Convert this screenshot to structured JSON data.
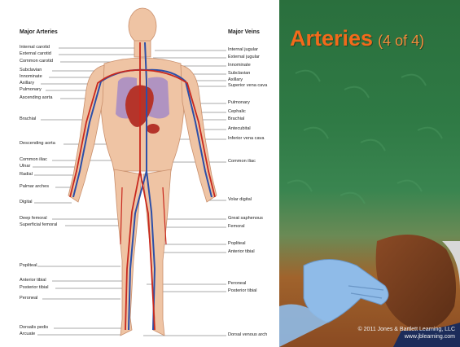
{
  "left": {
    "arteries_header": "Major Arteries",
    "veins_header": "Major Veins",
    "arteries": [
      "Internal carotid",
      "External carotid",
      "Common carotid",
      "Subclavian",
      "Innominate",
      "Axillary",
      "Pulmonary",
      "Ascending aorta",
      "Brachial",
      "Descending aorta",
      "Common iliac",
      "Ulnar",
      "Radial",
      "Palmar arches",
      "Digital",
      "Deep femoral",
      "Superficial femoral",
      "Popliteal",
      "Anterior tibial",
      "Posterior tibial",
      "Peroneal",
      "Dorsalis pedis",
      "Arcuate"
    ],
    "veins": [
      "Internal jugular",
      "External jugular",
      "Innominate",
      "Subclavian",
      "Axillary",
      "Superior vena cava",
      "Pulmonary",
      "Cephalic",
      "Brachial",
      "Antecubital",
      "Inferior vena cava",
      "Common iliac",
      "Volar digital",
      "Great saphenous",
      "Femoral",
      "Popliteal",
      "Anterior tibial",
      "Peroneal",
      "Posterior tibial",
      "Dorsal venous arch"
    ]
  },
  "right": {
    "title": "Arteries",
    "subtitle": "(4 of 4)",
    "copyright_line1": "© 2011 Jones & Bartlett Learning, LLC",
    "copyright_line2": "www.jblearning.com"
  },
  "colors": {
    "title": "#f26a1b",
    "artery": "#c8281e",
    "vein": "#2c4fa8",
    "skin": "#efc4a4",
    "lungs": "#a48bc7",
    "background_green": "#2f7a45"
  },
  "icons": [
    "body-figure-illustration",
    "heart-icon",
    "gloved-hand-illustration",
    "patient-face-illustration"
  ]
}
